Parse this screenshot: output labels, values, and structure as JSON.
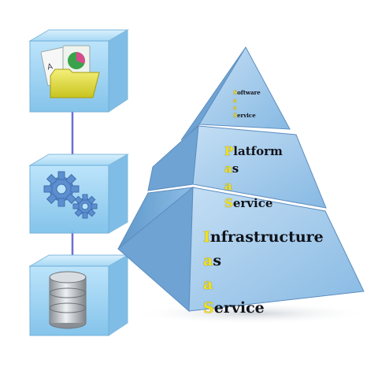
{
  "diagram": {
    "tiers": [
      {
        "lines": [
          {
            "initial": "S",
            "rest": "oftware"
          },
          {
            "initial": "a",
            "rest": ""
          },
          {
            "initial": "a",
            "rest": ""
          },
          {
            "initial": "S",
            "rest": "ervice"
          }
        ]
      },
      {
        "lines": [
          {
            "initial": "P",
            "rest": "latform"
          },
          {
            "initial": "a",
            "rest": "s"
          },
          {
            "initial": "a",
            "rest": ""
          },
          {
            "initial": "S",
            "rest": "ervice"
          }
        ]
      },
      {
        "lines": [
          {
            "initial": "I",
            "rest": "nfrastructure"
          },
          {
            "initial": "a",
            "rest": "s"
          },
          {
            "initial": "a",
            "rest": ""
          },
          {
            "initial": "S",
            "rest": "ervice"
          }
        ]
      }
    ],
    "icons": [
      "documents-folder-chart-icon",
      "gears-icon",
      "database-icon"
    ],
    "colors": {
      "initial_letter": "#f2e21c",
      "glass": "#8cc6ee",
      "pyramid": "#7fb4e0"
    }
  }
}
